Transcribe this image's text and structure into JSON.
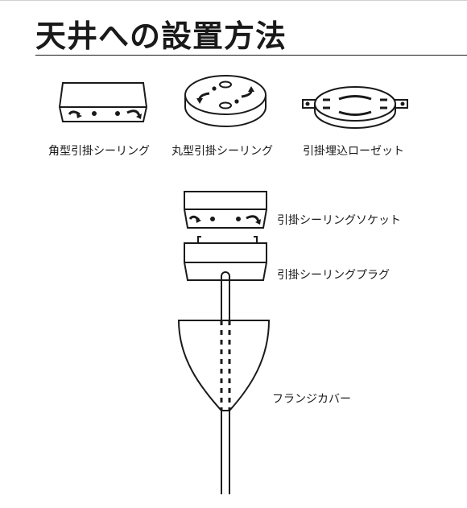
{
  "title": "天井への設置方法",
  "ceiling_types": [
    {
      "label": "角型引掛シーリング",
      "icon": "square-ceiling-hook"
    },
    {
      "label": "丸型引掛シーリング",
      "icon": "round-ceiling-hook"
    },
    {
      "label": "引掛埋込ローゼット",
      "icon": "embedded-rosette"
    }
  ],
  "parts": {
    "socket": "引掛シーリングソケット",
    "plug": "引掛シーリングプラグ",
    "cover": "フランジカバー"
  }
}
